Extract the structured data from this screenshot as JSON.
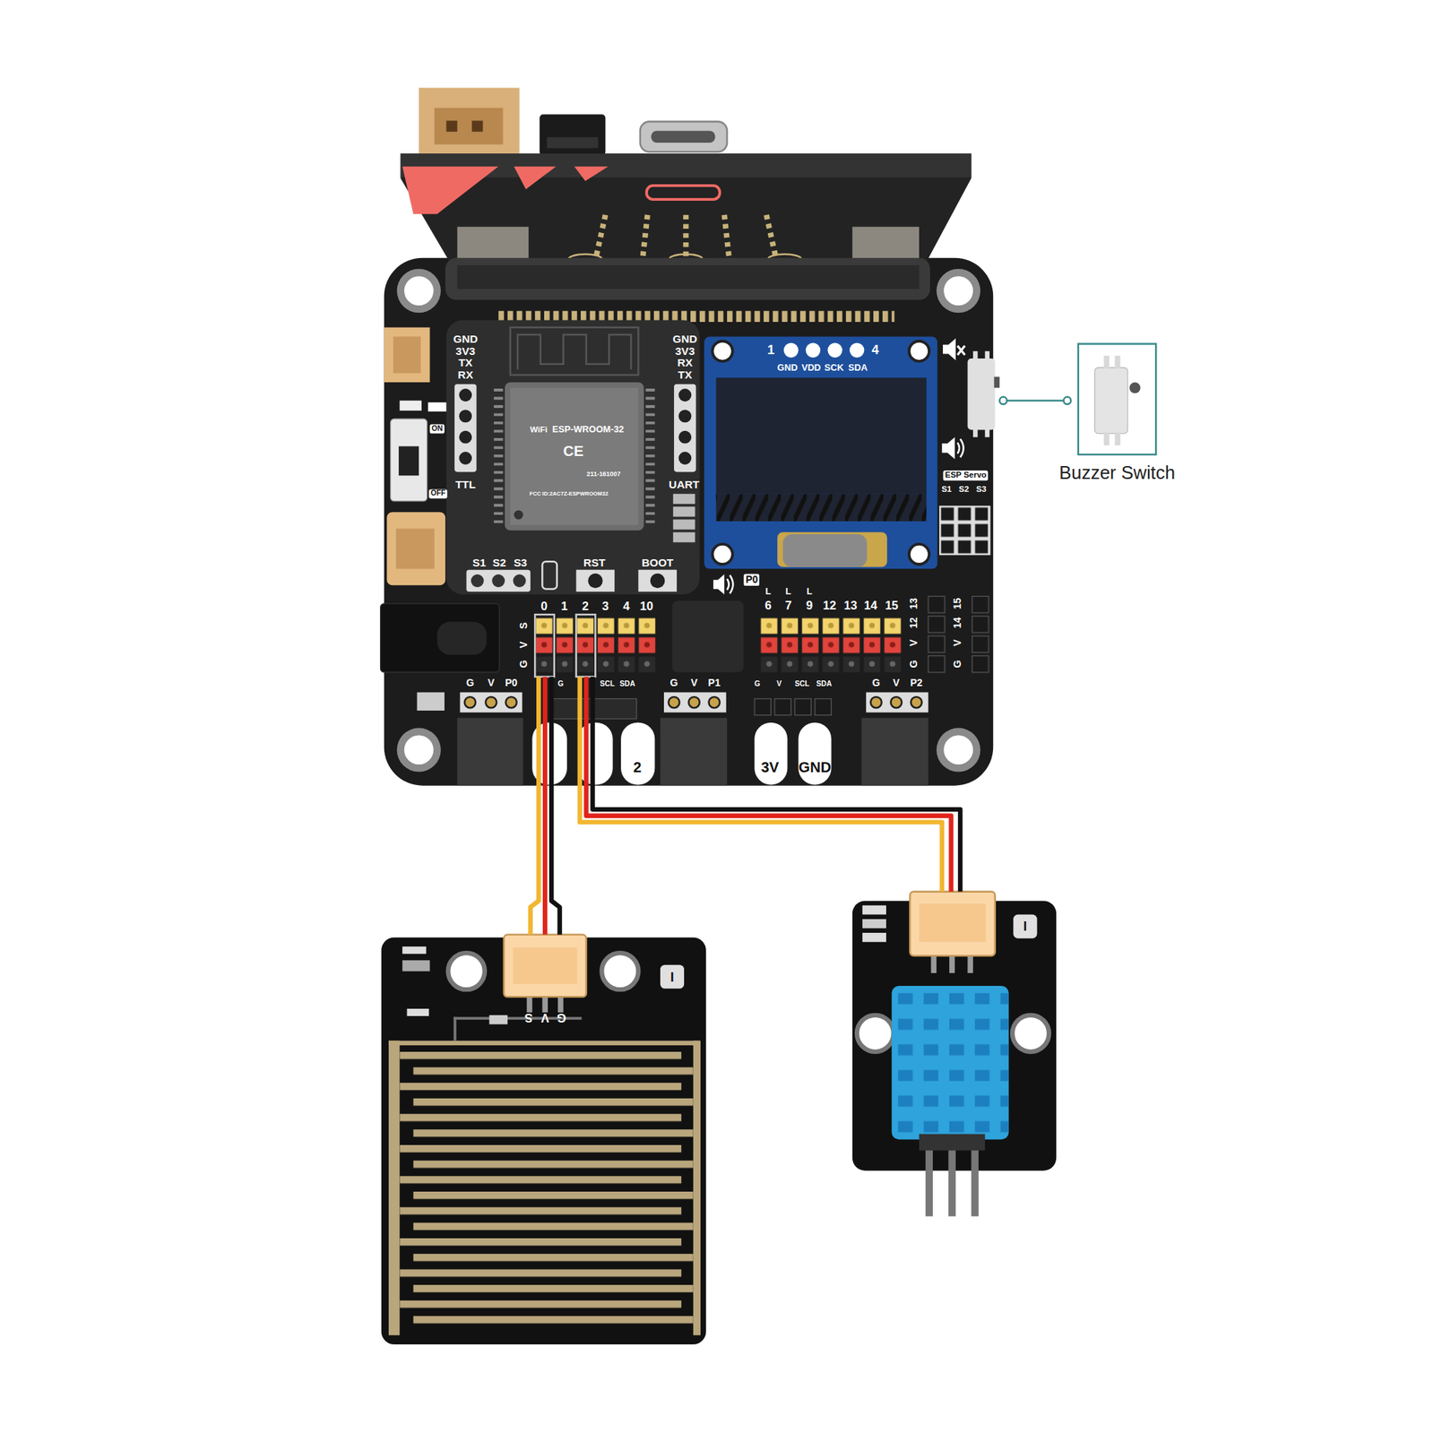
{
  "diagram": {
    "nodes": [
      {
        "text": [
          "Buzzer Switch"
        ]
      }
    ],
    "labels": [
      "GND",
      "3V3",
      "TX",
      "RX",
      "TTL",
      "GND",
      "3V3",
      "RX",
      "TX",
      "UART",
      "ON",
      "OFF",
      "WiFi",
      "ESP-WROOM-32",
      "CE",
      "211-161007",
      "FCC ID:2AC7Z-ESPWROOM32",
      "S1",
      "S2",
      "S3",
      "RST",
      "BOOT",
      "1",
      "4",
      "GND",
      "VDD",
      "SCK",
      "SDA",
      "ESP Servo",
      "S1",
      "S2",
      "S3",
      "P0",
      "0",
      "1",
      "2",
      "3",
      "4",
      "10",
      "S",
      "V",
      "G",
      "L",
      "L",
      "L",
      "6",
      "7",
      "9",
      "12",
      "13",
      "14",
      "15",
      "13",
      "12",
      "V",
      "G",
      "15",
      "14",
      "V",
      "G",
      "G",
      "V",
      "P0",
      "G",
      "SCL",
      "SDA",
      "G",
      "V",
      "P1",
      "G",
      "V",
      "SCL",
      "SDA",
      "G",
      "V",
      "P2",
      "2",
      "3V",
      "GND",
      "S",
      "V",
      "G",
      "I",
      "I"
    ]
  }
}
